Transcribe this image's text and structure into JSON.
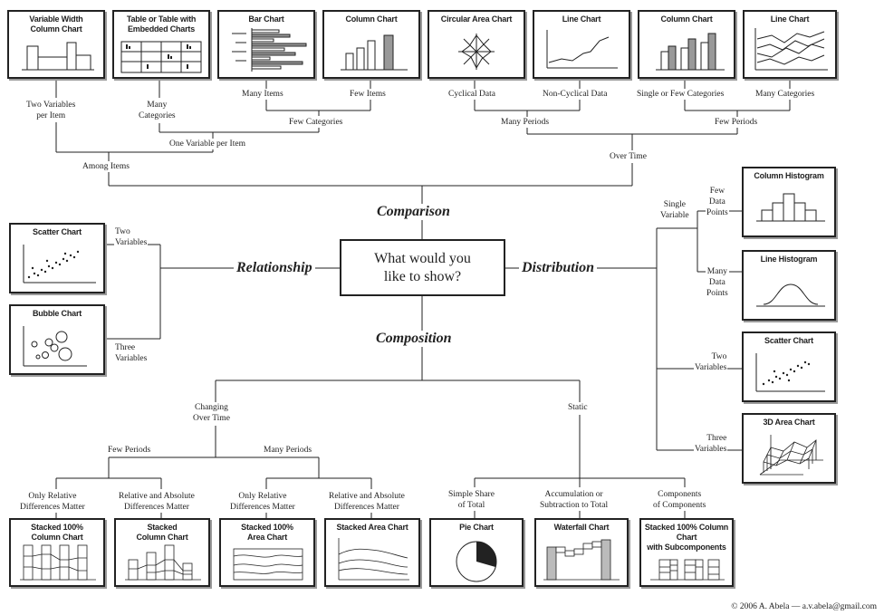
{
  "center_question": "What would you\nlike to show?",
  "categories": {
    "comparison": "Comparison",
    "relationship": "Relationship",
    "distribution": "Distribution",
    "composition": "Composition"
  },
  "charts": {
    "variable_width_column": "Variable Width\nColumn Chart",
    "table_embedded": "Table or Table with\nEmbedded Charts",
    "bar_chart": "Bar Chart",
    "column_chart_1": "Column Chart",
    "circular_area": "Circular Area Chart",
    "line_chart_1": "Line Chart",
    "column_chart_2": "Column Chart",
    "line_chart_2": "Line Chart",
    "scatter_rel": "Scatter Chart",
    "bubble": "Bubble Chart",
    "column_histogram": "Column Histogram",
    "line_histogram": "Line Histogram",
    "scatter_dist": "Scatter Chart",
    "area_3d": "3D Area Chart",
    "stacked_100_column": "Stacked 100%\nColumn Chart",
    "stacked_column": "Stacked\nColumn Chart",
    "stacked_100_area": "Stacked 100%\nArea Chart",
    "stacked_area": "Stacked Area Chart",
    "pie": "Pie Chart",
    "waterfall": "Waterfall Chart",
    "stacked_100_sub": "Stacked 100% Column Chart\nwith Subcomponents"
  },
  "labels": {
    "two_vars_per_item": "Two Variables\nper Item",
    "many_categories_1": "Many\nCategories",
    "many_items": "Many Items",
    "few_items": "Few Items",
    "few_categories": "Few Categories",
    "one_var_per_item": "One Variable per Item",
    "among_items": "Among Items",
    "cyclical": "Cyclical Data",
    "non_cyclical": "Non-Cyclical Data",
    "single_few_cat": "Single or Few Categories",
    "many_categories_2": "Many Categories",
    "many_periods_top": "Many Periods",
    "few_periods_top": "Few Periods",
    "over_time": "Over Time",
    "two_variables_rel": "Two\nVariables",
    "three_variables_rel": "Three\nVariables",
    "single_variable": "Single\nVariable",
    "few_data_points": "Few\nData\nPoints",
    "many_data_points": "Many\nData\nPoints",
    "two_variables_dist": "Two\nVariables",
    "three_variables_dist": "Three\nVariables",
    "changing_over_time": "Changing\nOver Time",
    "static": "Static",
    "few_periods_bottom": "Few Periods",
    "many_periods_bottom": "Many Periods",
    "only_relative_1": "Only Relative\nDifferences Matter",
    "rel_abs_1": "Relative and Absolute\nDifferences Matter",
    "only_relative_2": "Only Relative\nDifferences Matter",
    "rel_abs_2": "Relative and Absolute\nDifferences Matter",
    "simple_share": "Simple Share\nof Total",
    "accumulation": "Accumulation or\nSubtraction to Total",
    "components": "Components\nof Components"
  },
  "credit": "© 2006  A. Abela — a.v.abela@gmail.com"
}
